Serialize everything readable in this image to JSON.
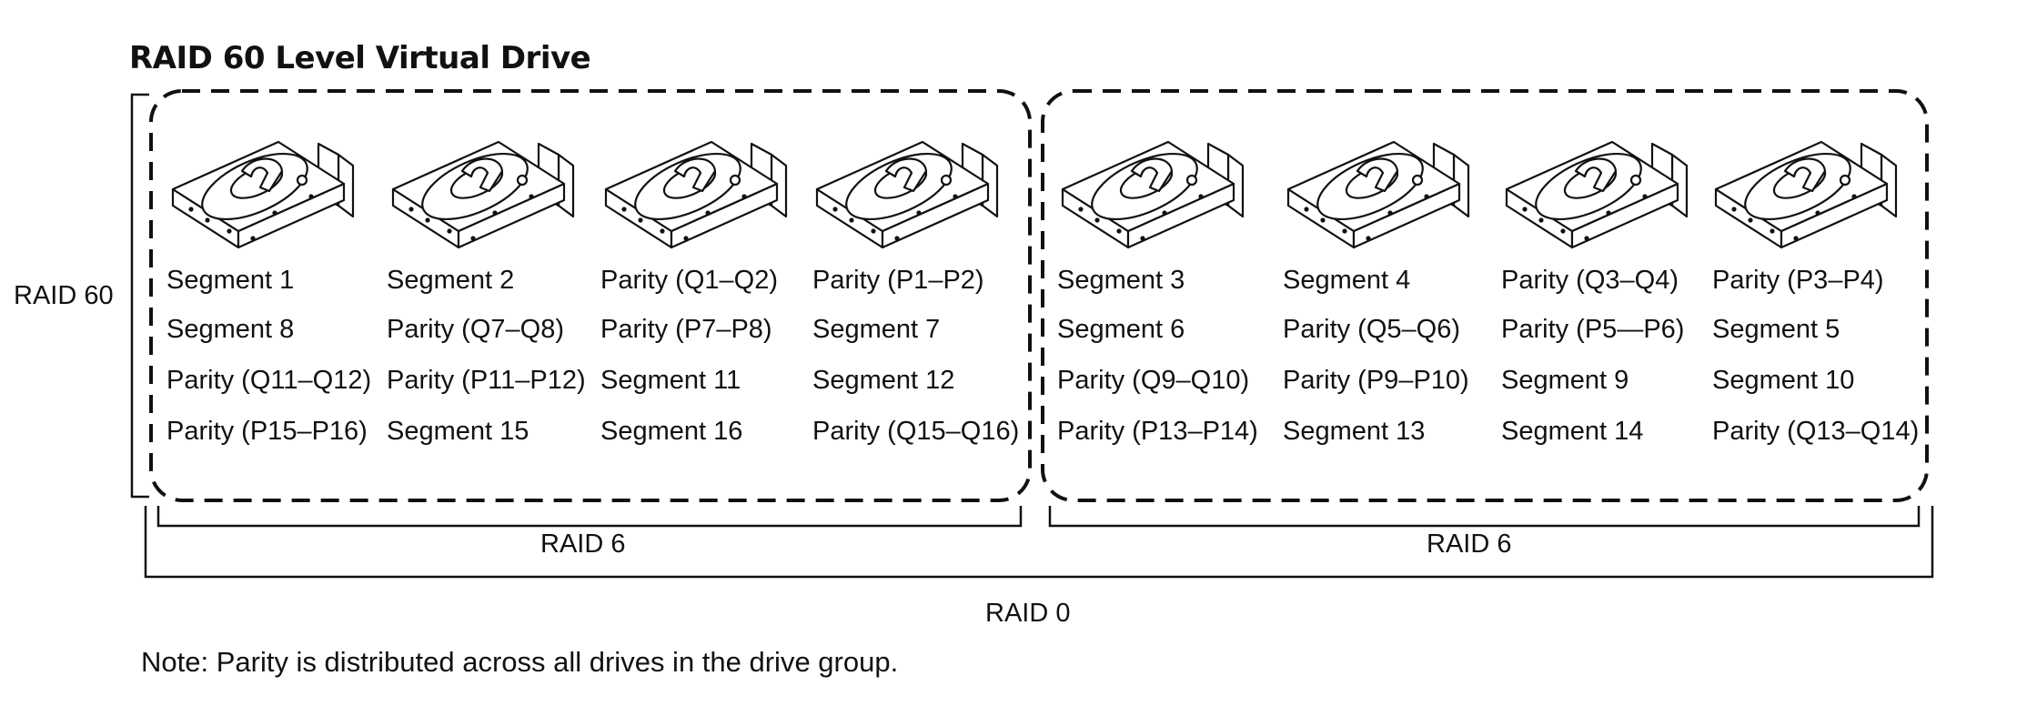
{
  "title": "RAID 60 Level Virtual Drive",
  "labels": {
    "raid60": "RAID 60",
    "raid6_left": "RAID 6",
    "raid6_right": "RAID 6",
    "raid0": "RAID 0"
  },
  "note": "Note: Parity is distributed across all drives in the drive group.",
  "icons": {
    "drive": "hard-drive-icon"
  },
  "groups": [
    {
      "name": "RAID 6",
      "drives": [
        {
          "segments": [
            "Segment 1",
            "Segment 8",
            "Parity (Q11–Q12)",
            "Parity (P15–P16)"
          ]
        },
        {
          "segments": [
            "Segment 2",
            "Parity (Q7–Q8)",
            "Parity (P11–P12)",
            "Segment 15"
          ]
        },
        {
          "segments": [
            "Parity (Q1–Q2)",
            "Parity (P7–P8)",
            "Segment 11",
            "Segment 16"
          ]
        },
        {
          "segments": [
            "Parity (P1–P2)",
            "Segment 7",
            "Segment 12",
            "Parity (Q15–Q16)"
          ]
        }
      ]
    },
    {
      "name": "RAID 6",
      "drives": [
        {
          "segments": [
            "Segment 3",
            "Segment 6",
            "Parity (Q9–Q10)",
            "Parity (P13–P14)"
          ]
        },
        {
          "segments": [
            "Segment 4",
            "Parity (Q5–Q6)",
            "Parity (P9–P10)",
            "Segment 13"
          ]
        },
        {
          "segments": [
            "Parity (Q3–Q4)",
            "Parity (P5—P6)",
            "Segment 9",
            "Segment 14"
          ]
        },
        {
          "segments": [
            "Parity (P3–P4)",
            "Segment 5",
            "Segment 10",
            "Parity (Q13–Q14)"
          ]
        }
      ]
    }
  ]
}
